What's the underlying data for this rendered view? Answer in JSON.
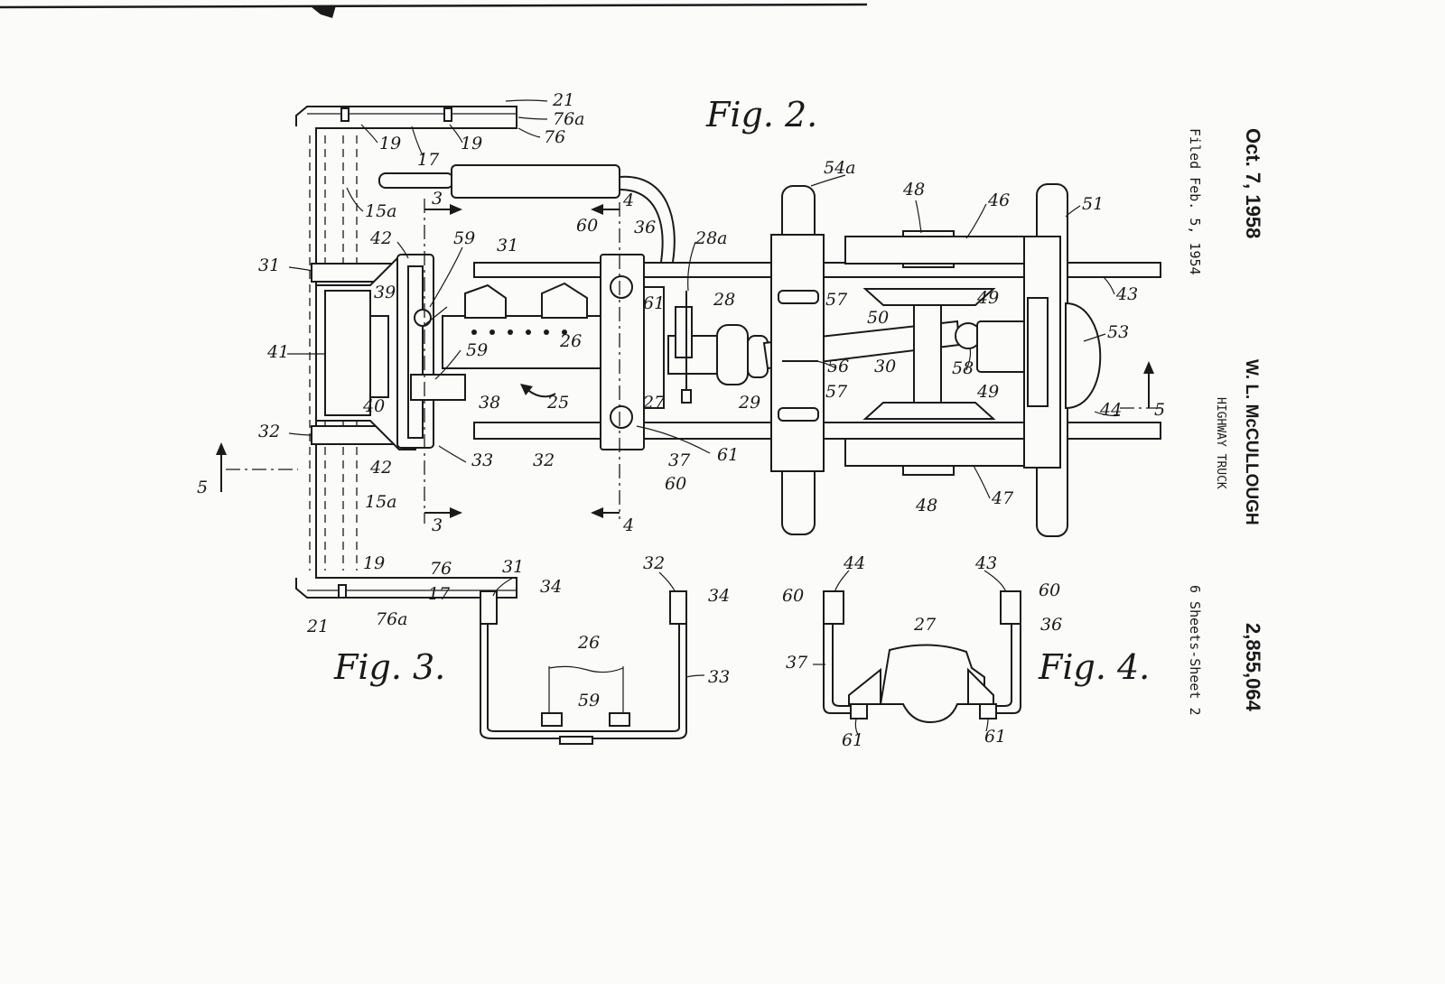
{
  "header": {
    "date": "Oct. 7, 1958",
    "inventor": "W. L. McCULLOUGH",
    "patent_number": "2,855,064",
    "filed": "Filed Feb. 5, 1954",
    "title": "HIGHWAY TRUCK",
    "sheets": "6 Sheets-Sheet 2"
  },
  "figures": {
    "fig2": "Fig. 2.",
    "fig3": "Fig. 3.",
    "fig4": "Fig. 4."
  },
  "ref_labels": {
    "r21": "21",
    "r76a": "76a",
    "r76": "76",
    "r19": "19",
    "r17": "17",
    "r15a": "15a",
    "r42": "42",
    "r59": "59",
    "r31": "31",
    "r39": "39",
    "r41": "41",
    "r40": "40",
    "r32": "32",
    "r33": "33",
    "r38": "38",
    "r25": "25",
    "r26": "26",
    "r27": "27",
    "r60": "60",
    "r36": "36",
    "r61": "61",
    "r37": "37",
    "r28a": "28a",
    "r28": "28",
    "r29": "29",
    "r30": "30",
    "r54a": "54a",
    "r48": "48",
    "r46": "46",
    "r51": "51",
    "r43": "43",
    "r57": "57",
    "r50": "50",
    "r49": "49",
    "r53": "53",
    "r56": "56",
    "r58": "58",
    "r44": "44",
    "r47": "47",
    "r34": "34",
    "s3": "3",
    "s4": "4",
    "s5": "5"
  },
  "icons": [
    "section-arrow-icon",
    "rotation-arrow-icon"
  ]
}
